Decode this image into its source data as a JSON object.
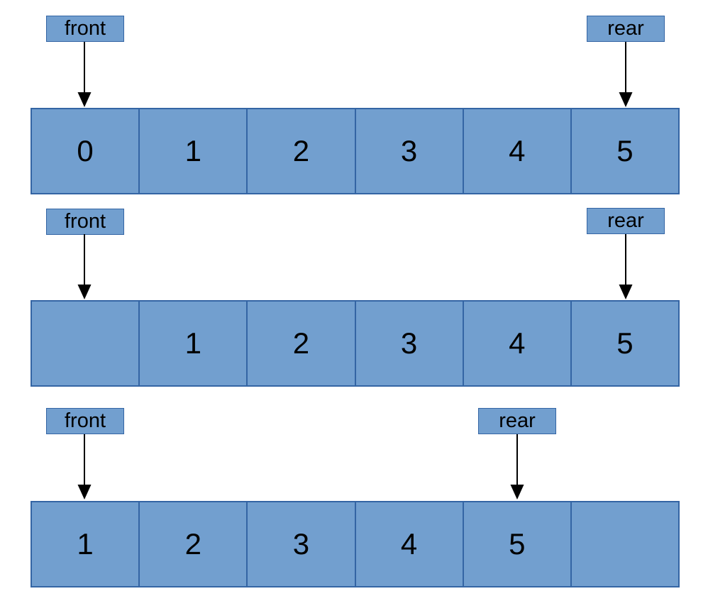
{
  "background": "#FFFFFF",
  "colors": {
    "box_fill": "#729FCF",
    "box_border": "#3465A4",
    "arrow": "#000000",
    "text": "#000000"
  },
  "diagrams": [
    {
      "front_label": "front",
      "rear_label": "rear",
      "cells": [
        "0",
        "1",
        "2",
        "3",
        "4",
        "5"
      ],
      "front_points_to_cell": 0,
      "rear_points_to_cell": 5
    },
    {
      "front_label": "front",
      "rear_label": "rear",
      "cells": [
        "",
        "1",
        "2",
        "3",
        "4",
        "5"
      ],
      "front_points_to_cell": 0,
      "rear_points_to_cell": 5
    },
    {
      "front_label": "front",
      "rear_label": "rear",
      "cells": [
        "1",
        "2",
        "3",
        "4",
        "5",
        ""
      ],
      "front_points_to_cell": 0,
      "rear_points_to_cell": 4
    }
  ]
}
